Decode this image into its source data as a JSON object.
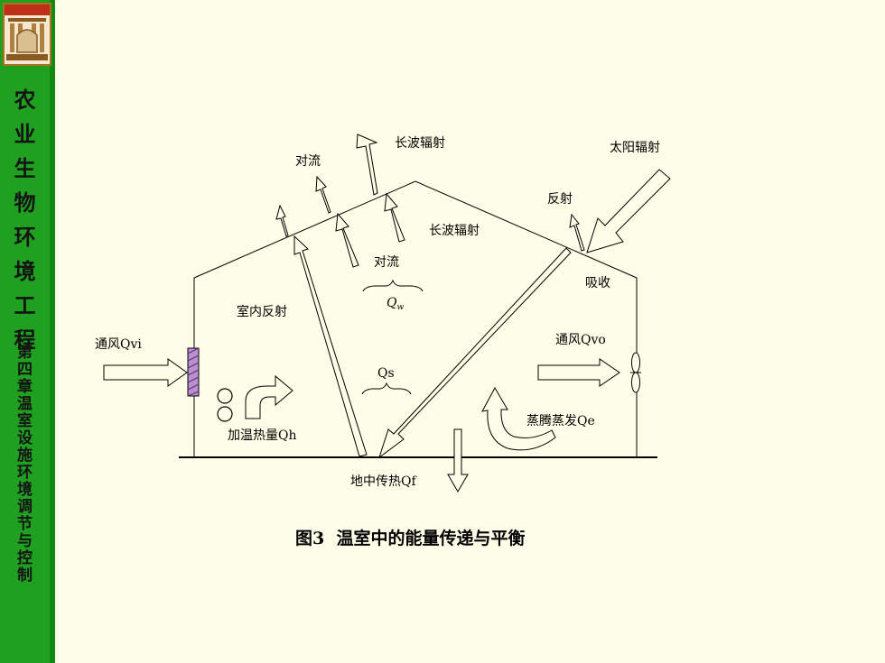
{
  "sidebar": {
    "course_title": "农业生物环境工程",
    "chapter_title": "第四章 温室设施环境调节与控制"
  },
  "diagram": {
    "labels": {
      "longwave_top": "长波辐射",
      "convection_top": "对流",
      "solar": "太阳辐射",
      "reflection": "反射",
      "longwave_inner": "长波辐射",
      "convection_inner": "对流",
      "qw": "Q",
      "qw_sub": "w",
      "absorption": "吸收",
      "indoor_reflection": "室内反射",
      "vent_in": "通风Qvi",
      "vent_out": "通风Qvo",
      "qs": "Qs",
      "heating": "加温热量Qh",
      "evaporation": "蒸腾蒸发Qe",
      "ground": "地中传热Qf"
    },
    "caption": "图3  温室中的能量传递与平衡"
  },
  "colors": {
    "sidebar": "#20a020",
    "background": "#fefee8",
    "line": "#000000",
    "vent_hatch": "#a070c0"
  },
  "icons": [
    "school-logo-icon",
    "fan-icon",
    "heater-icon"
  ]
}
